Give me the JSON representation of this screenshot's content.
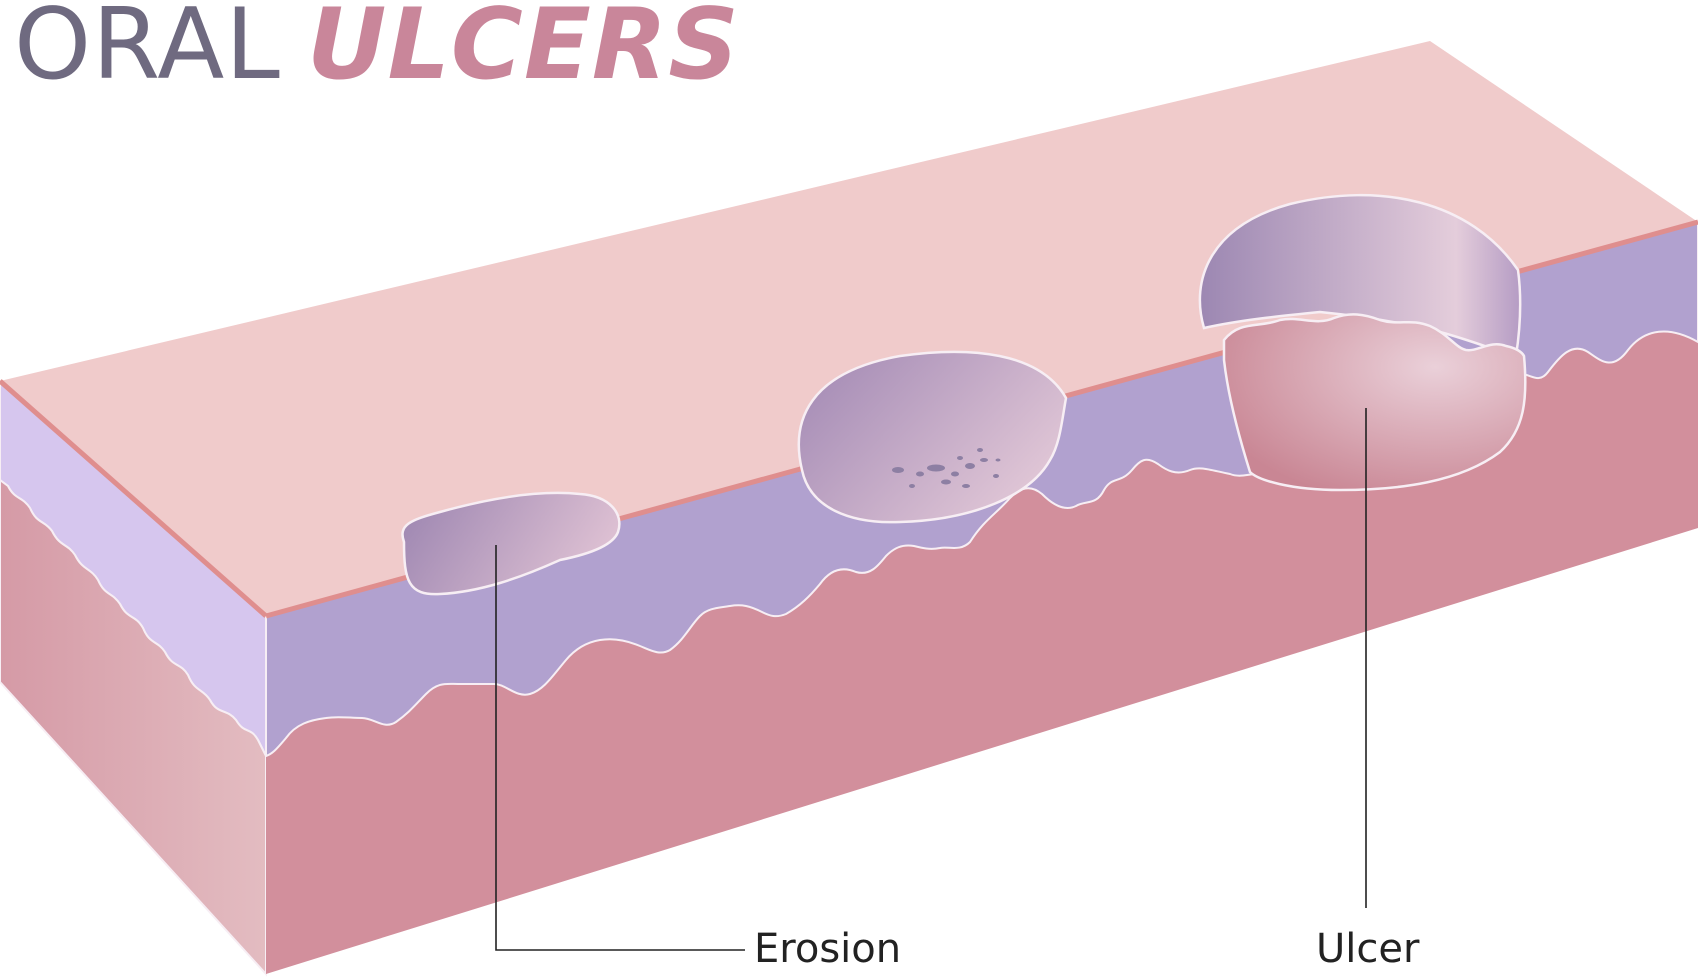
{
  "title": {
    "part1": "ORAL",
    "part2": "ULCERS"
  },
  "labels": {
    "erosion": "Erosion",
    "ulcer": "Ulcer"
  },
  "colors": {
    "title_dark": "#6f6a80",
    "title_pink": "#c9869a",
    "top_surface": "#f0cbcb",
    "epithelium": "#b1a1cf",
    "epithelium_side": "#d6c6ee",
    "connective_tissue": "#d28f9c",
    "side_face": "#e0b3b9",
    "leader_line": "#222222"
  }
}
